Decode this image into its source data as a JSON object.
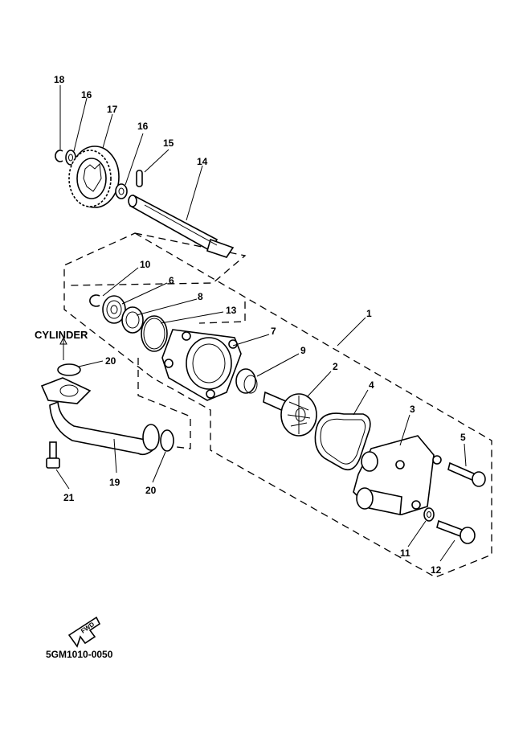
{
  "diagram": {
    "callouts": [
      "18",
      "16",
      "17",
      "16",
      "15",
      "14",
      "10",
      "6",
      "8",
      "13",
      "1",
      "7",
      "9",
      "2",
      "4",
      "3",
      "5",
      "20",
      "19",
      "20",
      "21",
      "11",
      "12"
    ],
    "cylinder_label": "CYLINDER",
    "fwd_label": "FWD",
    "drawing_code": "5GM1010-0050"
  }
}
